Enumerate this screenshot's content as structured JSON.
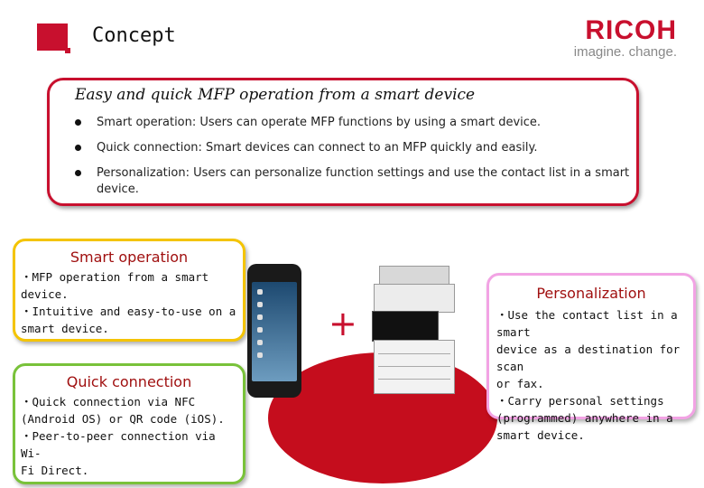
{
  "header": {
    "title": "Concept",
    "brand_name": "RICOH",
    "brand_tagline": "imagine. change."
  },
  "summary": {
    "heading": "Easy and quick MFP operation from a smart device",
    "bullets": [
      "Smart operation: Users can operate MFP functions by using a smart device.",
      "Quick connection: Smart devices can connect to an MFP quickly and easily.",
      "Personalization: Users can personalize function settings and use the contact list in a smart device."
    ]
  },
  "smart_operation": {
    "title": "Smart operation",
    "body": "・MFP operation from a smart\n device.\n・Intuitive and easy-to-use on a\n smart device."
  },
  "quick_connection": {
    "title": "Quick connection",
    "body": "・Quick connection via NFC\n (Android OS) or QR code (iOS).\n・Peer-to-peer connection via Wi-\n Fi Direct."
  },
  "personalization": {
    "title": "Personalization",
    "body": "・Use the contact list in a smart\n device as a destination for scan\n or fax.\n・Carry personal settings\n (programmed) anywhere in a\n smart device."
  },
  "diagram": {
    "plus": "+"
  },
  "colors": {
    "brand_red": "#c8102e",
    "smart_border": "#f4c400",
    "quick_border": "#79c23a",
    "person_border": "#f2a3e4"
  }
}
